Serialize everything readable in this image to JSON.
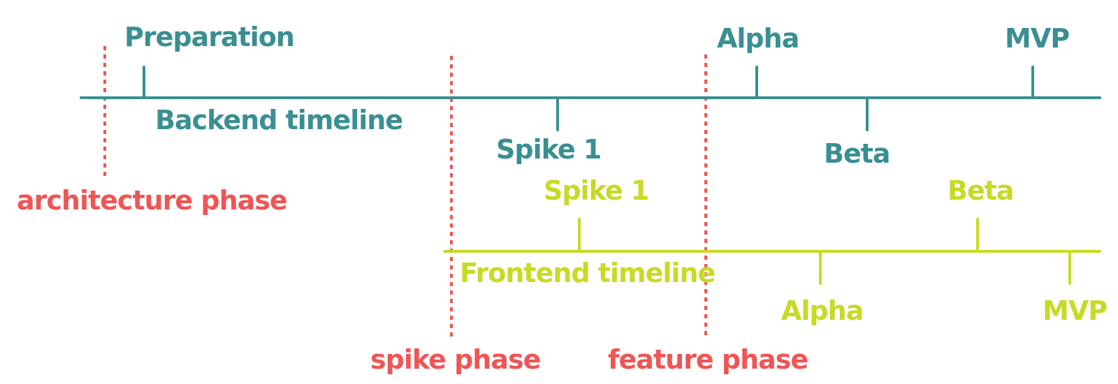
{
  "colors": {
    "backend": "#398f92",
    "frontend": "#c7da24",
    "phase": "#ef5555"
  },
  "backend": {
    "label": "Backend timeline",
    "milestones": {
      "preparation": "Preparation",
      "spike": "Spike 1",
      "alpha": "Alpha",
      "beta": "Beta",
      "mvp": "MVP"
    }
  },
  "frontend": {
    "label": "Frontend timeline",
    "milestones": {
      "spike": "Spike 1",
      "alpha": "Alpha",
      "beta": "Beta",
      "mvp": "MVP"
    }
  },
  "phases": {
    "architecture": "architecture phase",
    "spike": "spike phase",
    "feature": "feature phase"
  }
}
